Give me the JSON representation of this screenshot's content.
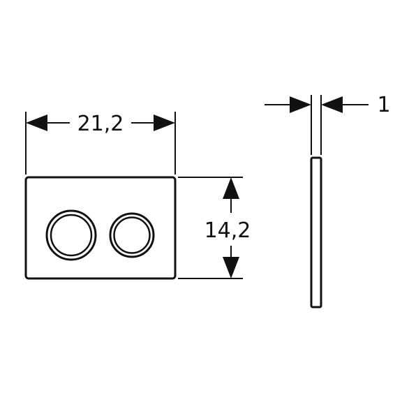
{
  "dimensions": {
    "width_label": "21,2",
    "height_label": "14,2",
    "thickness_label": "1"
  },
  "colors": {
    "line": "#111111",
    "background": "#ffffff"
  }
}
